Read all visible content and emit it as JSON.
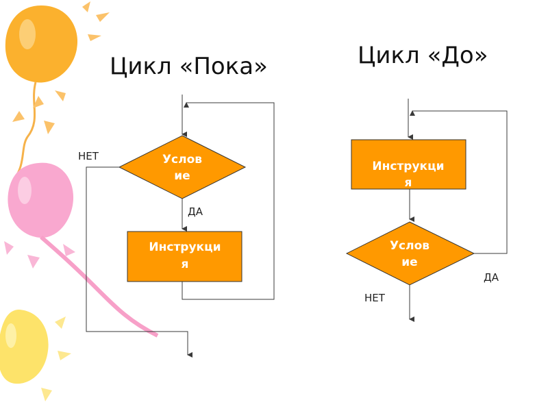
{
  "colors": {
    "shape_fill": "#ff9900",
    "shape_text": "#ffffff",
    "balloon_orange": "#fbb12e",
    "balloon_pink": "#f9a8cf",
    "balloon_yellow": "#fde36a"
  },
  "left": {
    "title": "Цикл «Пока»",
    "condition": [
      "Услов",
      "ие"
    ],
    "instruction": [
      "Инструкци",
      "я"
    ],
    "no_label": "НЕТ",
    "yes_label": "ДА"
  },
  "right": {
    "title": "Цикл «До»",
    "instruction": [
      "Инструкци",
      "я"
    ],
    "condition": [
      "Услов",
      "ие"
    ],
    "yes_label": "ДА",
    "no_label": "НЕТ"
  }
}
